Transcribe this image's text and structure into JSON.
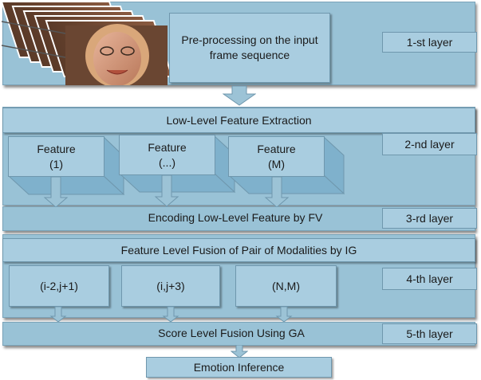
{
  "layers": {
    "l1": {
      "tag": "1-st layer",
      "title": "Pre-processing on the input frame sequence"
    },
    "l2": {
      "tag": "2-nd layer",
      "title": "Low-Level Feature Extraction",
      "features": [
        {
          "name": "Feature",
          "index": "(1)"
        },
        {
          "name": "Feature",
          "index": "(...)"
        },
        {
          "name": "Feature",
          "index": "(M)"
        }
      ]
    },
    "l3": {
      "tag": "3-rd layer",
      "title": "Encoding Low-Level Feature by FV"
    },
    "l4": {
      "tag": "4-th layer",
      "title": "Feature Level Fusion of Pair of Modalities by IG",
      "pairs": [
        "(i-2,j+1)",
        "(i,j+3)",
        "(N,M)"
      ]
    },
    "l5": {
      "tag": "5-th layer",
      "title": "Score Level Fusion Using GA"
    }
  },
  "output": {
    "title": "Emotion Inference"
  },
  "colors": {
    "band": "#99c2d6",
    "box": "#a9cde0",
    "border": "#6f97ad",
    "arrow": "#9cc3d6"
  }
}
